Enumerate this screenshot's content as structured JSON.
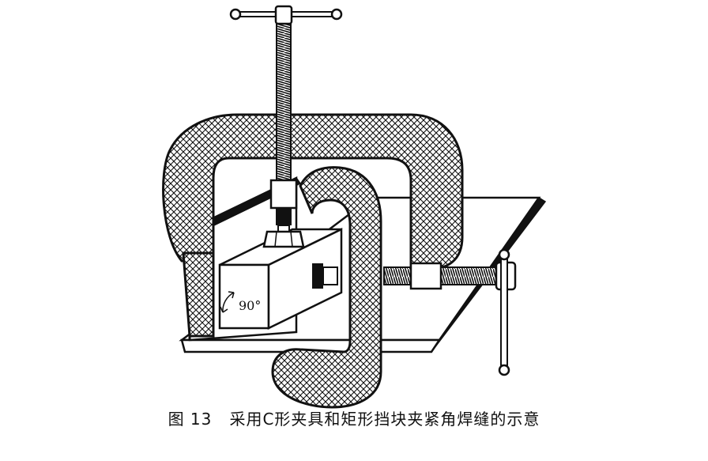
{
  "figure": {
    "angle_label": "90°",
    "caption_number": "图 13",
    "caption_text": "采用C形夹具和矩形挡块夹紧角焊缝的示意"
  },
  "colors": {
    "ink": "#111111",
    "paper": "#ffffff"
  }
}
